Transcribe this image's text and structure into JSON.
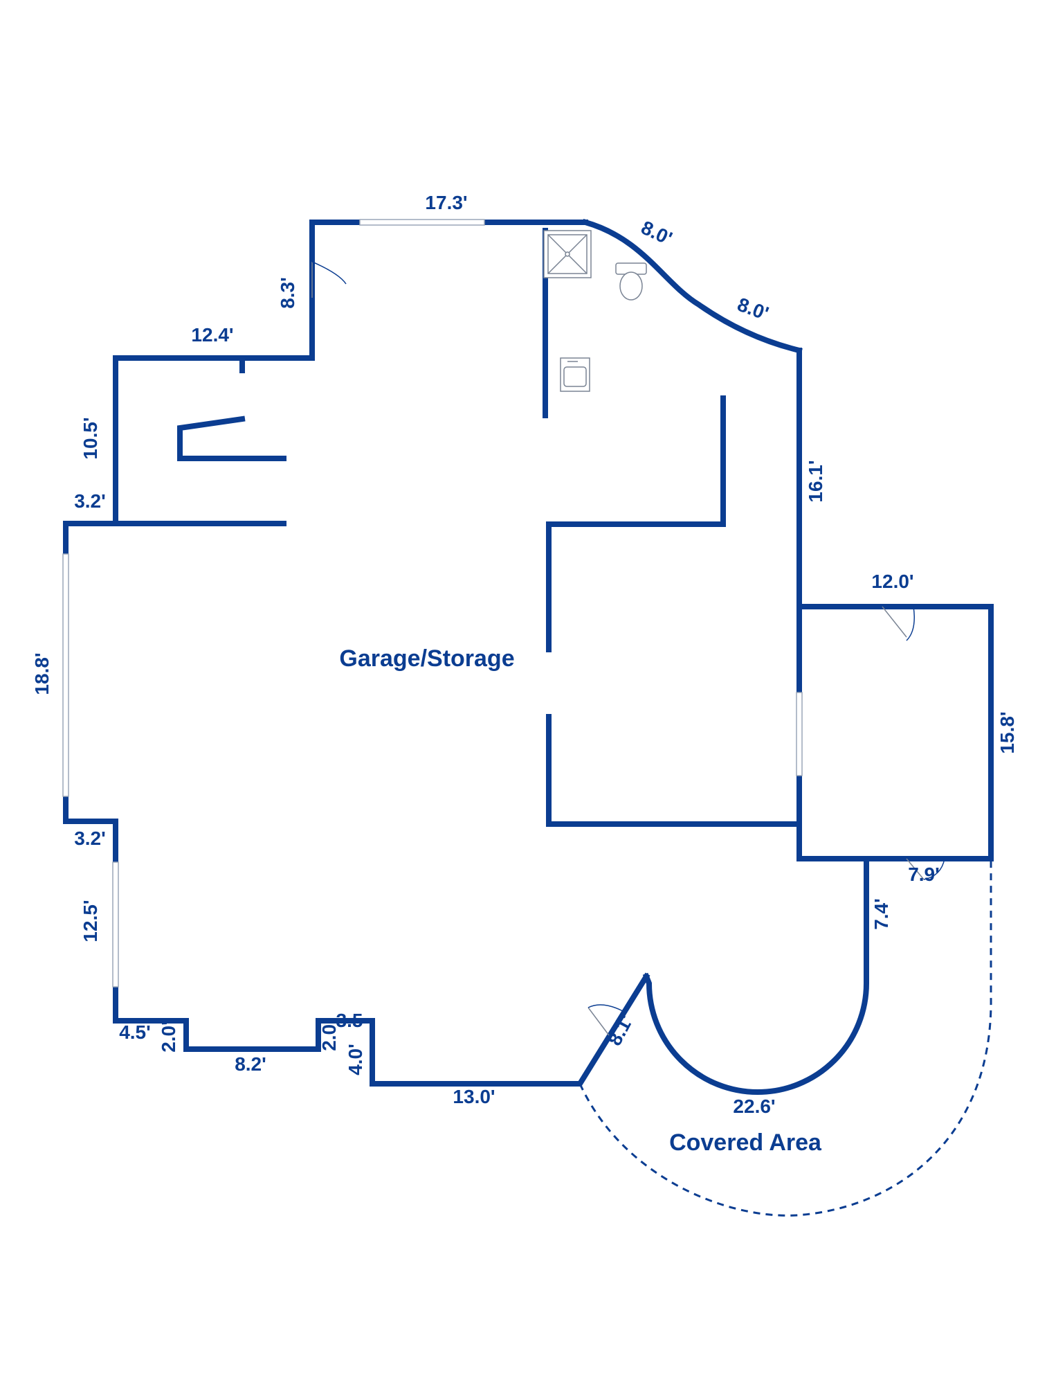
{
  "colors": {
    "wall": "#0b3d91",
    "background": "#ffffff"
  },
  "rooms": {
    "garage": "Garage/Storage",
    "covered": "Covered Area"
  },
  "dimensions": {
    "top": "17.3'",
    "curve_upper": "8.0'",
    "curve_lower": "8.0'",
    "upper_left_door_wall": "8.3'",
    "upper_left_top": "12.4'",
    "left_upper": "10.5'",
    "left_step_top": "3.2'",
    "left_main": "18.8'",
    "left_step_bottom": "3.2'",
    "left_lower": "12.5'",
    "bottom_step_a": "4.5'",
    "bottom_step_a_v": "2.0'",
    "bottom_mid": "8.2'",
    "bottom_step_b_v": "2.0'",
    "bottom_step_b_h": "3.5",
    "bottom_step_c_v": "4.0'",
    "bottom_right": "13.0'",
    "diagonal": "8.1'",
    "arc": "22.6'",
    "right_upper": "16.1'",
    "annex_top": "12.0'",
    "annex_right": "15.8'",
    "annex_bottom": "7.9'",
    "annex_left_down": "7.4'"
  },
  "icons": [
    "shower-icon",
    "toilet-icon",
    "sink-icon",
    "door-swing-icon"
  ]
}
